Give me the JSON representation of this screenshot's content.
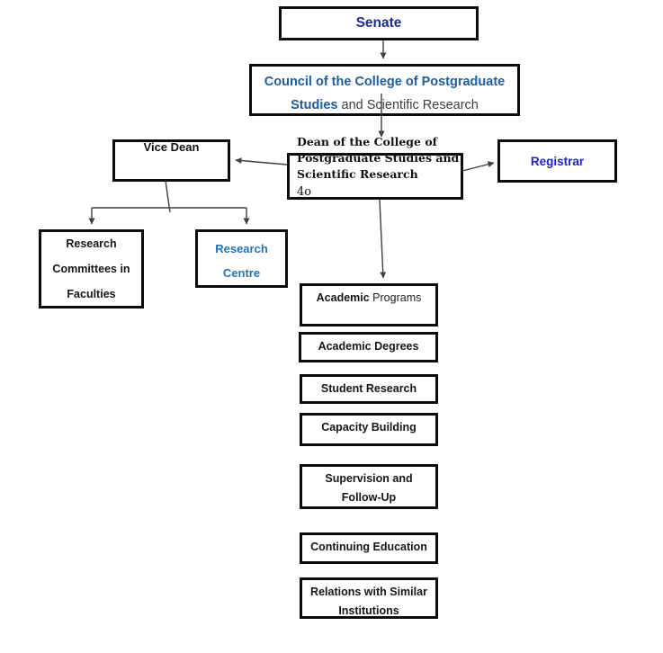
{
  "diagram": {
    "title_hint": "University postgraduate studies organizational chart",
    "senate": {
      "label": "Senate"
    },
    "council": {
      "line1": "Council of the College of Postgraduate",
      "line2_bold": "Studies",
      "line2_rest": " and Scientific Research"
    },
    "vice_dean": {
      "label": "Vice Dean"
    },
    "dean": {
      "line1": "Dean of the College of",
      "line2": "Postgraduate Studies and",
      "line3": "Scientific Research",
      "note": "4o"
    },
    "registrar": {
      "label": "Registrar"
    },
    "research_committees": {
      "line1": "Research",
      "line2": "Committees in",
      "line3": "Faculties"
    },
    "research_centre": {
      "line1": "Research",
      "line2": "Centre"
    },
    "functions": [
      {
        "bold": "Academic",
        "regular": " Programs"
      },
      {
        "label": "Academic Degrees"
      },
      {
        "label": "Student Research"
      },
      {
        "label": "Capacity Building"
      },
      {
        "label": "Supervision and",
        "label2": "Follow-Up"
      },
      {
        "label": "Continuing Education"
      },
      {
        "label": "Relations with Similar",
        "label2": "Institutions"
      }
    ],
    "colors": {
      "senate_navy": "#1f2d8e",
      "registrar_blue": "#2121c9",
      "council_steel_blue": "#1f5c9b",
      "centre_steel_blue": "#2273b4",
      "body_text": "#161616",
      "secondary_text": "#3d3d3d",
      "connector_line": "#3f3f3f",
      "box_border": "#0c0c0c",
      "background": "#ffffff"
    }
  }
}
